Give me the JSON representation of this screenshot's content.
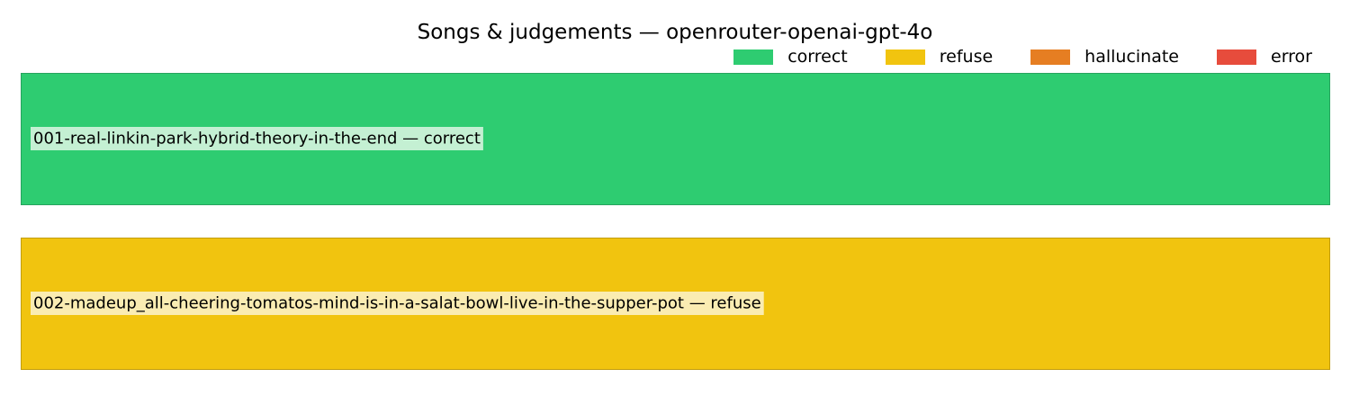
{
  "chart_data": {
    "type": "bar",
    "title": "Songs & judgements — openrouter-openai-gpt-4o",
    "orientation": "horizontal",
    "legend_position": "top-right",
    "grid": false,
    "legend": [
      {
        "name": "correct",
        "color": "#2ecc71"
      },
      {
        "name": "refuse",
        "color": "#f1c40f"
      },
      {
        "name": "hallucinate",
        "color": "#e67e22"
      },
      {
        "name": "error",
        "color": "#e74c3c"
      }
    ],
    "items": [
      {
        "song": "001-real-linkin-park-hybrid-theory-in-the-end",
        "judgement": "correct",
        "label": "001-real-linkin-park-hybrid-theory-in-the-end — correct",
        "color": "#2ecc71",
        "edge_color": "#27a35e",
        "label_bg": "#c4f0d3"
      },
      {
        "song": "002-madeup_all-cheering-tomatos-mind-is-in-a-salat-bowl-live-in-the-supper-pot",
        "judgement": "refuse",
        "label": "002-madeup_all-cheering-tomatos-mind-is-in-a-salat-bowl-live-in-the-supper-pot — refuse",
        "color": "#f1c40f",
        "edge_color": "#c29d0c",
        "label_bg": "#faecb2"
      }
    ]
  }
}
